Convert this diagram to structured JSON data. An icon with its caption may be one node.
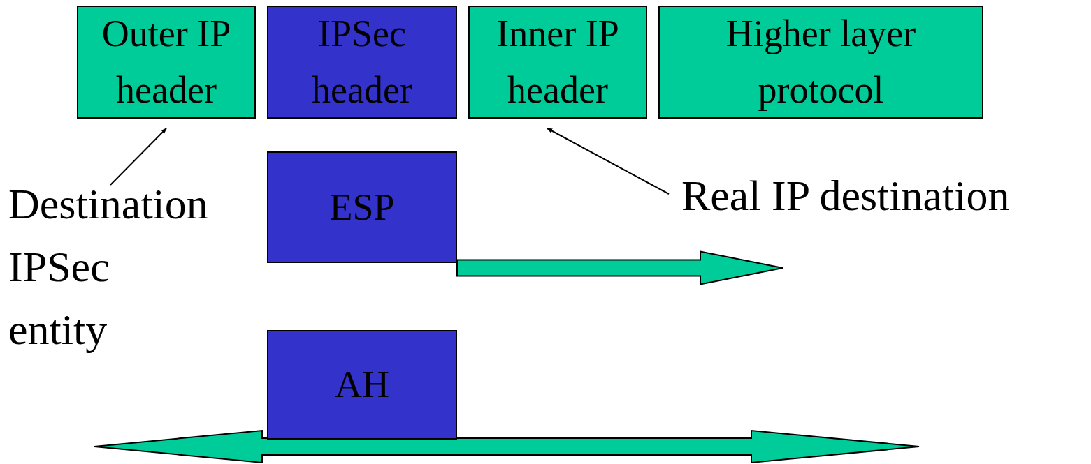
{
  "diagram": {
    "nodes": [
      {
        "text": [
          "Outer IP header"
        ]
      },
      {
        "text": [
          "IPSec header"
        ]
      },
      {
        "text": [
          "Inner IP header"
        ]
      },
      {
        "text": [
          "Higher layer protocol"
        ]
      },
      {
        "text": [
          "ESP"
        ]
      },
      {
        "text": [
          "AH"
        ]
      },
      {
        "text": [
          "Destination IPSec entity"
        ]
      },
      {
        "text": [
          "Real IP destination"
        ]
      },
      {
        "text": [],
        "shape": "arrow"
      },
      {
        "text": [],
        "shape": "double-arrow"
      }
    ],
    "edges": [
      {
        "from": 6,
        "to": 0,
        "arrow": "to"
      },
      {
        "from": 7,
        "to": 2,
        "arrow": "to"
      }
    ]
  }
}
